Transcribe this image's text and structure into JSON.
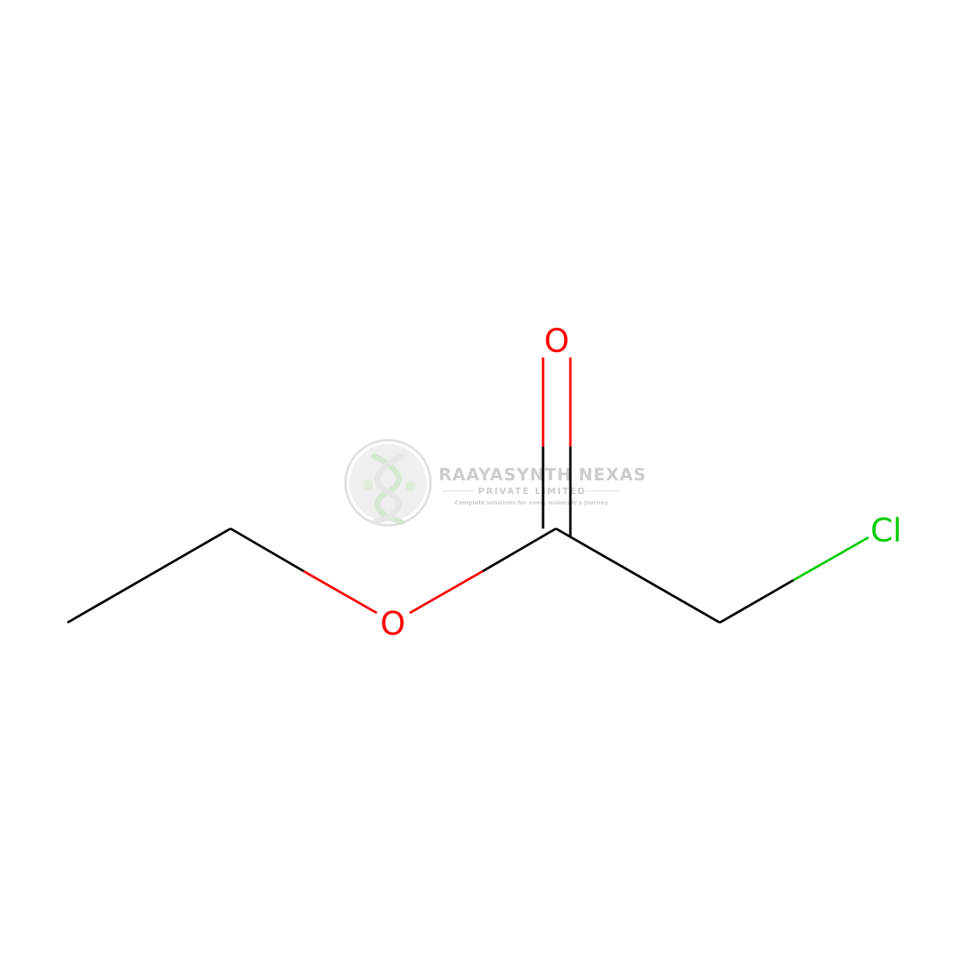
{
  "molecule": {
    "atoms": [
      {
        "id": "c1",
        "element": "C",
        "label": ""
      },
      {
        "id": "c2",
        "element": "C",
        "label": ""
      },
      {
        "id": "o_ester",
        "element": "O",
        "label": "O"
      },
      {
        "id": "c_carbonyl",
        "element": "C",
        "label": ""
      },
      {
        "id": "o_carbonyl",
        "element": "O",
        "label": "O"
      },
      {
        "id": "c_alpha",
        "element": "C",
        "label": ""
      },
      {
        "id": "cl",
        "element": "Cl",
        "label": "Cl"
      }
    ],
    "bonds": [
      {
        "from": "c1",
        "to": "c2",
        "order": 1
      },
      {
        "from": "c2",
        "to": "o_ester",
        "order": 1
      },
      {
        "from": "o_ester",
        "to": "c_carbonyl",
        "order": 1
      },
      {
        "from": "c_carbonyl",
        "to": "o_carbonyl",
        "order": 2
      },
      {
        "from": "c_carbonyl",
        "to": "c_alpha",
        "order": 1
      },
      {
        "from": "c_alpha",
        "to": "cl",
        "order": 1
      }
    ]
  },
  "colors": {
    "carbon": "#000000",
    "oxygen": "#ff0000",
    "chlorine": "#00cc00",
    "watermark": "#c8c8c8",
    "watermark_logo": "#d6e8d2"
  },
  "watermark": {
    "title": "RAAYASYNTH NEXAS",
    "subtitle": "PRIVATE LIMITED",
    "tagline": "Complete solutions for every molecule's journey",
    "logo_icon": "dna-helix-icon"
  }
}
